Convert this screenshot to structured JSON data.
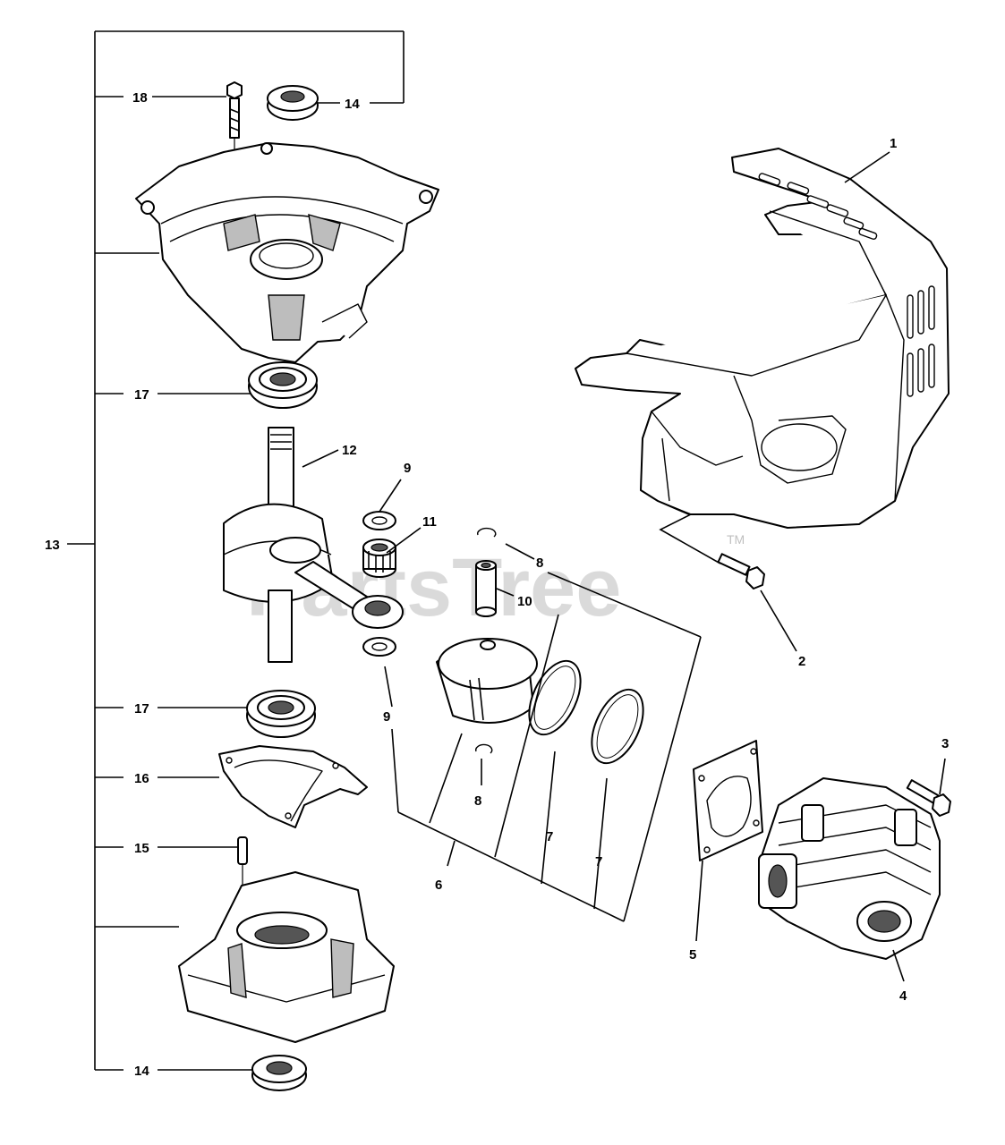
{
  "watermark": {
    "text": "PartsTree",
    "tm": "TM"
  },
  "callouts": {
    "c1": "1",
    "c2": "2",
    "c3": "3",
    "c4": "4",
    "c5": "5",
    "c6": "6",
    "c7a": "7",
    "c7b": "7",
    "c8a": "8",
    "c8b": "8",
    "c9a": "9",
    "c9b": "9",
    "c10": "10",
    "c11": "11",
    "c12": "12",
    "c13": "13",
    "c14a": "14",
    "c14b": "14",
    "c15": "15",
    "c16": "16",
    "c17a": "17",
    "c17b": "17",
    "c18": "18"
  },
  "parts": [
    "engine-cover",
    "cover-bolt",
    "cylinder-bolt",
    "cylinder",
    "cylinder-gasket",
    "piston",
    "piston-ring",
    "piston-pin-clip",
    "thrust-washer",
    "piston-pin",
    "needle-bearing",
    "crankshaft",
    "crankcase-assembly",
    "oil-seal",
    "dowel-pin",
    "crankcase-gasket",
    "ball-bearing",
    "crankcase-screw"
  ]
}
